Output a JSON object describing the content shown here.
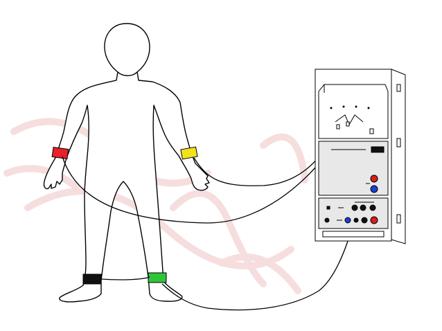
{
  "diagram": {
    "subject": "human-figure",
    "device": "ecg-recorder",
    "electrodes": [
      {
        "limb": "right-arm",
        "color": "#e8202a"
      },
      {
        "limb": "left-arm",
        "color": "#f2e21c"
      },
      {
        "limb": "right-leg",
        "color": "#111111"
      },
      {
        "limb": "left-leg",
        "color": "#2fc43a"
      }
    ],
    "background_watermark": "#f6dede",
    "outline_color": "#000000",
    "device_panel_color": "#e8e8e8",
    "connector_colors": {
      "red": "#d81e1e",
      "blue": "#1f3fd0",
      "black": "#111111"
    }
  }
}
